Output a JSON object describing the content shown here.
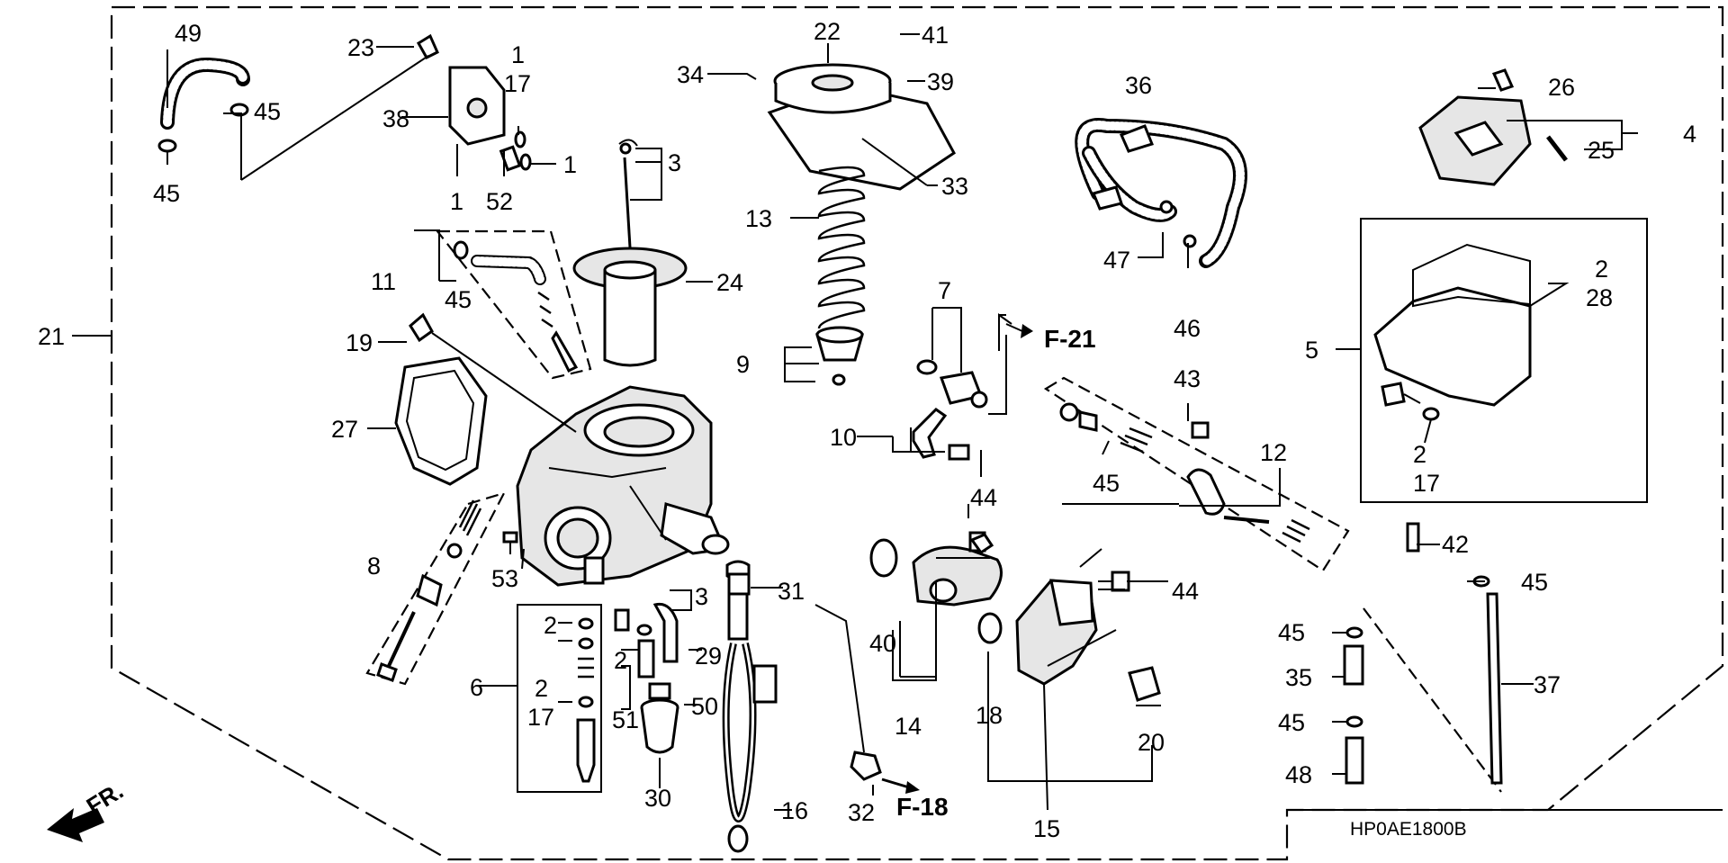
{
  "diagram": {
    "code": "HP0AE1800B",
    "front_label": "FR.",
    "refs": {
      "f21": "F-21",
      "f18": "F-18"
    },
    "labels": {
      "n49": "49",
      "n23": "23",
      "n1a": "1",
      "n17a": "17",
      "n45a": "45",
      "n38": "38",
      "n45b": "45",
      "n1b": "1",
      "n52": "52",
      "n1c": "1",
      "n34": "34",
      "n22": "22",
      "n41": "41",
      "n39": "39",
      "n3a": "3",
      "n33": "33",
      "n13": "13",
      "n24": "24",
      "n11": "11",
      "n45c": "45",
      "n19": "19",
      "n21": "21",
      "n27": "27",
      "n9": "9",
      "n7": "7",
      "n10": "10",
      "n36": "36",
      "n47": "47",
      "n46": "46",
      "n26": "26",
      "n4": "4",
      "n25": "25",
      "n2a": "2",
      "n28": "28",
      "n5": "5",
      "n2b": "2",
      "n17b": "17",
      "n43": "43",
      "n12": "12",
      "n45d": "45",
      "n44a": "44",
      "n8": "8",
      "n53": "53",
      "n3b": "3",
      "n31": "31",
      "n40": "40",
      "n44b": "44",
      "n2c": "2",
      "n2d": "2",
      "n29": "29",
      "n6": "6",
      "n2e": "2",
      "n17c": "17",
      "n51": "51",
      "n50": "50",
      "n30": "30",
      "n16": "16",
      "n32": "32",
      "n14": "14",
      "n18": "18",
      "n20": "20",
      "n15": "15",
      "n42": "42",
      "n45e": "45",
      "n45f": "45",
      "n35": "35",
      "n37": "37",
      "n45g": "45",
      "n48": "48"
    }
  }
}
